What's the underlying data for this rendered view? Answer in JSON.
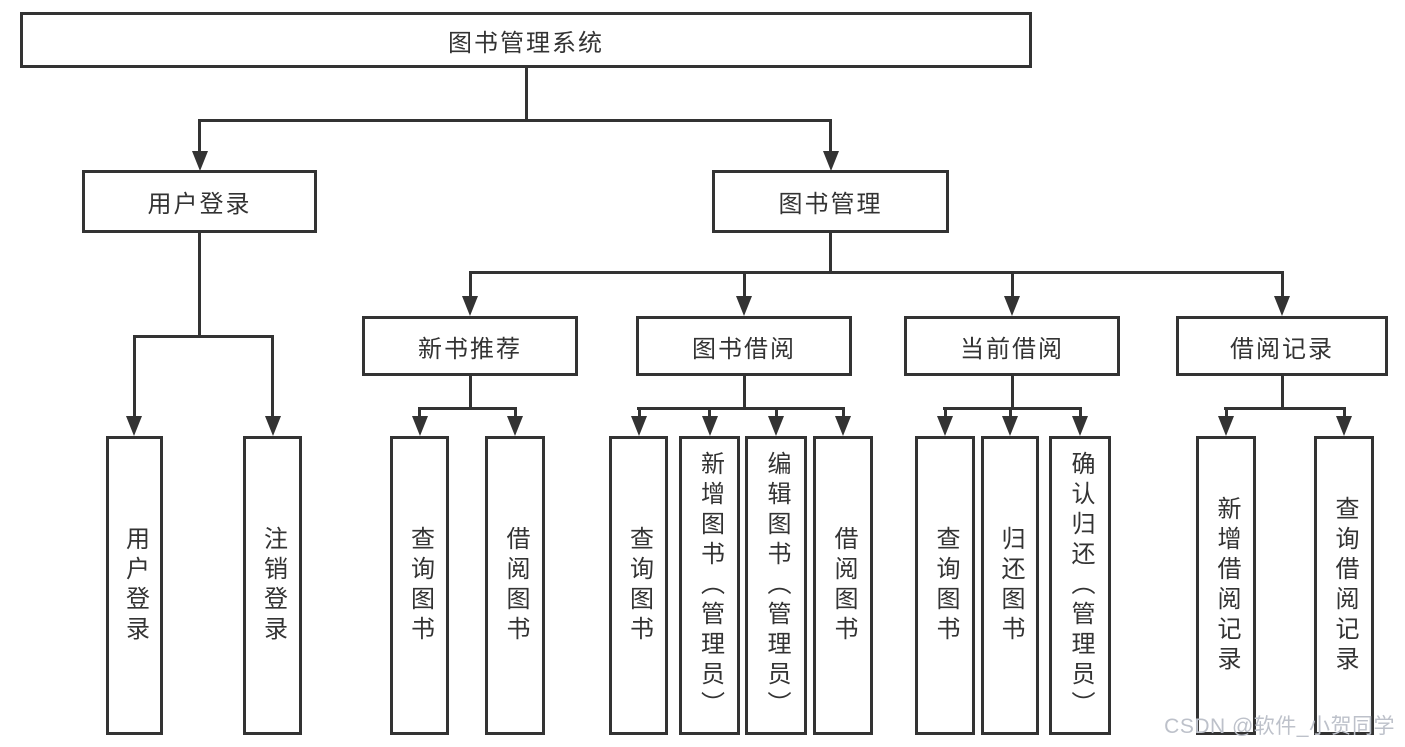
{
  "tree": {
    "label": "图书管理系统",
    "children": [
      {
        "label": "用户登录",
        "children": [
          {
            "label": "用户登录"
          },
          {
            "label": "注销登录"
          }
        ]
      },
      {
        "label": "图书管理",
        "children": [
          {
            "label": "新书推荐",
            "children": [
              {
                "label": "查询图书"
              },
              {
                "label": "借阅图书"
              }
            ]
          },
          {
            "label": "图书借阅",
            "children": [
              {
                "label": "查询图书"
              },
              {
                "label": "新增图书（管理员）"
              },
              {
                "label": "编辑图书（管理员）"
              },
              {
                "label": "借阅图书"
              }
            ]
          },
          {
            "label": "当前借阅",
            "children": [
              {
                "label": "查询图书"
              },
              {
                "label": "归还图书"
              },
              {
                "label": "确认归还（管理员）"
              }
            ]
          },
          {
            "label": "借阅记录",
            "children": [
              {
                "label": "新增借阅记录"
              },
              {
                "label": "查询借阅记录"
              }
            ]
          }
        ]
      }
    ]
  },
  "watermark": {
    "text": "CSDN @软件_小贺同学"
  },
  "colors": {
    "line": "#333333",
    "text": "#333333",
    "background": "#ffffff",
    "watermark": "#bdc1ca"
  }
}
